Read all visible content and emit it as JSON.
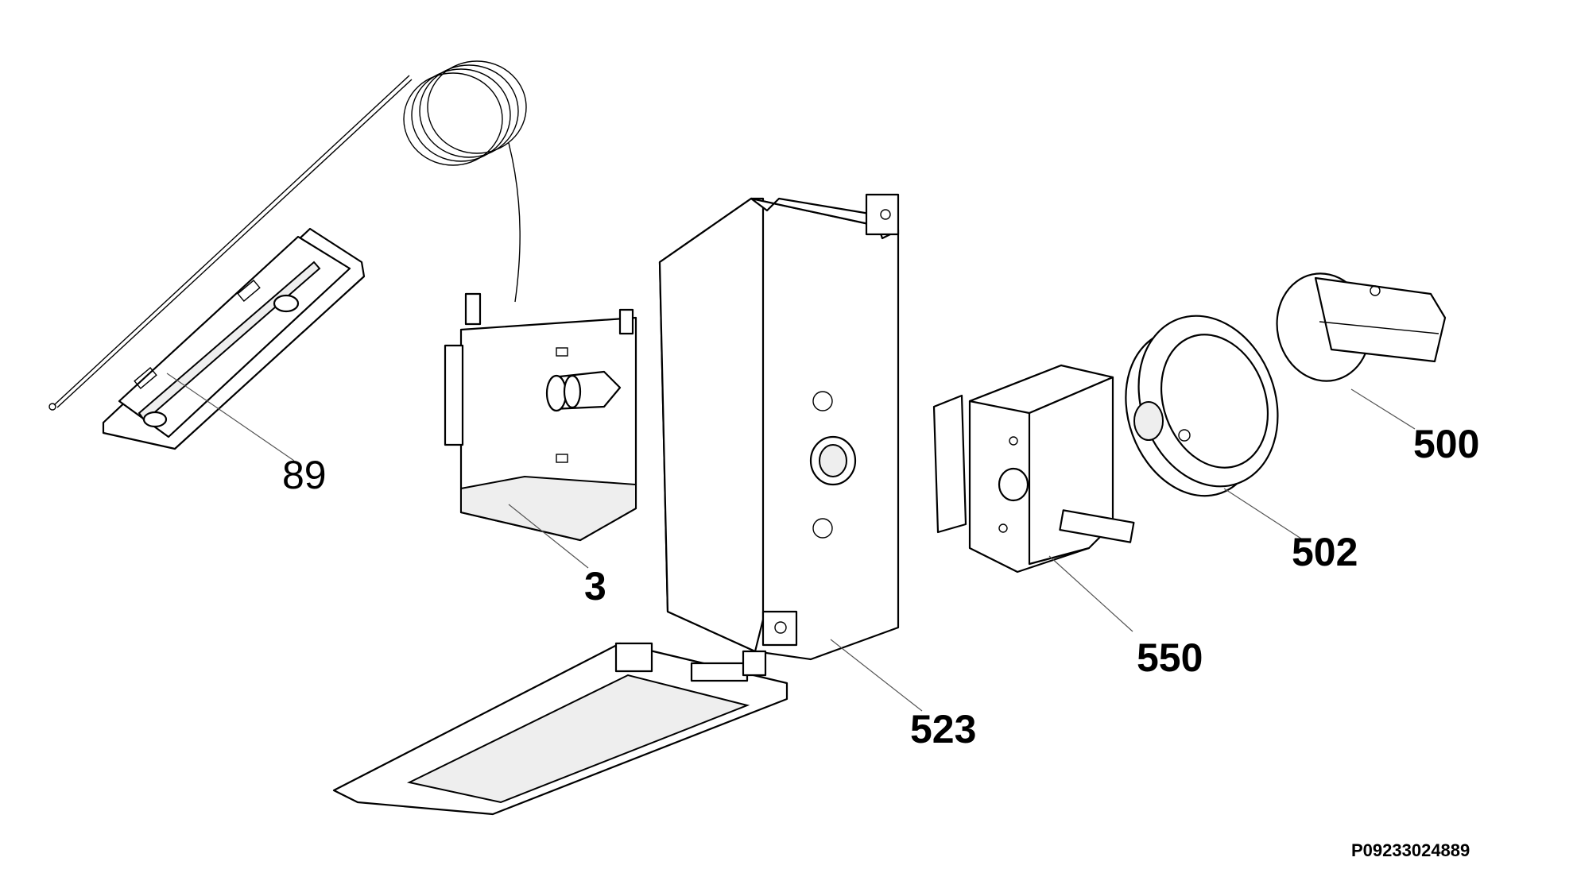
{
  "labels": {
    "part_89": "89",
    "part_3": "3",
    "part_523": "523",
    "part_550": "550",
    "part_502": "502",
    "part_500": "500"
  },
  "drawing_code": "P09233024889"
}
